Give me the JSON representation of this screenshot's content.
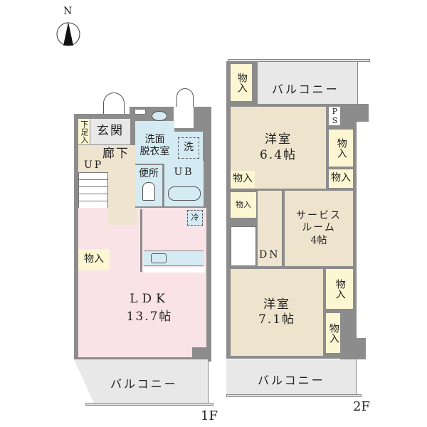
{
  "compass": {
    "label": "N"
  },
  "floor1": {
    "label": "1F",
    "rooms": {
      "genkan": "玄関",
      "shoe_closet": "下足入",
      "hallway": "廊下",
      "up": "UP",
      "washroom_line1": "洗面",
      "washroom_line2": "脱衣室",
      "washer": "洗",
      "toilet": "便所",
      "unit_bath": "UB",
      "fridge": "冷",
      "closet": "物入",
      "ldk_name": "LDK",
      "ldk_size": "13.7帖",
      "balcony": "バルコニー"
    }
  },
  "floor2": {
    "label": "2F",
    "rooms": {
      "closet_top": "物入",
      "balcony_top": "バルコニー",
      "ps": "PS",
      "western1_name": "洋室",
      "western1_size": "6.4帖",
      "closet_right1": "物入",
      "closet_left": "物入",
      "closet_right2": "物入",
      "closet_stair": "物入",
      "service_line1": "サービス",
      "service_line2": "ルーム",
      "service_size": "4帖",
      "dn": "DN",
      "western2_name": "洋室",
      "western2_size": "7.1帖",
      "closet_right3": "物入",
      "closet_right4": "物入",
      "balcony_bottom": "バルコニー"
    }
  },
  "colors": {
    "wall": "#8c8c8c",
    "western_room": "#eee3cc",
    "closet": "#fcf7d2",
    "wet_area": "#d4ebf3",
    "ldk": "#f9e3e6",
    "balcony": "#e8e8e8"
  }
}
